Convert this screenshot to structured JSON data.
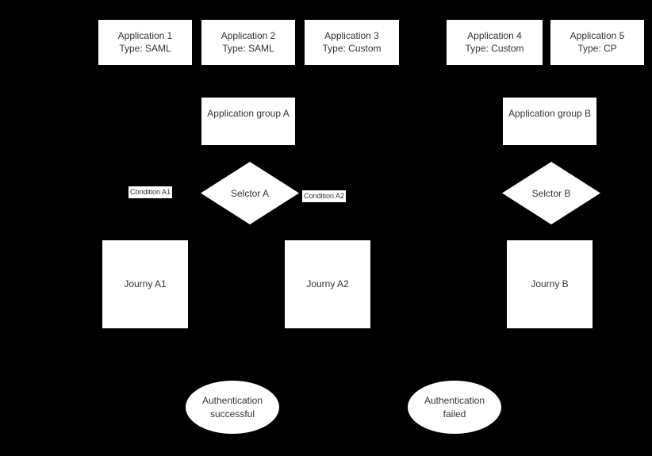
{
  "diagram": {
    "background_color": "#000000",
    "shape_fill_color": "#ffffff",
    "text_color": "#333333",
    "applications": [
      {
        "label": "Application 1\nType: SAML"
      },
      {
        "label": "Application 2\nType: SAML"
      },
      {
        "label": "Application 3\nType: Custom"
      },
      {
        "label": "Application 4\nType: Custom"
      },
      {
        "label": "Application 5\nType: CP"
      }
    ],
    "application_groups": [
      {
        "label": "Application group A"
      },
      {
        "label": "Application group B"
      }
    ],
    "selectors": [
      {
        "label": "Selctor A"
      },
      {
        "label": "Selctor B"
      }
    ],
    "conditions": [
      {
        "label": "Condition A1"
      },
      {
        "label": "Condition A2"
      }
    ],
    "journeys": [
      {
        "label": "Journy A1"
      },
      {
        "label": "Journy A2"
      },
      {
        "label": "Journy B"
      }
    ],
    "outcomes": [
      {
        "label": "Authentication\nsuccessful"
      },
      {
        "label": "Authentication\nfailed"
      }
    ]
  }
}
